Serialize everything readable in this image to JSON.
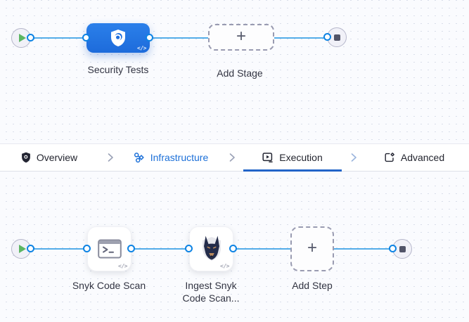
{
  "stage_pipeline": {
    "stage_label": "Security Tests",
    "add_stage_label": "Add Stage"
  },
  "tab_bar": {
    "tabs": [
      {
        "label": "Overview"
      },
      {
        "label": "Infrastructure"
      },
      {
        "label": "Execution"
      },
      {
        "label": "Advanced"
      }
    ],
    "active_tab": "Execution"
  },
  "execution_pipeline": {
    "step1_label": "Snyk Code Scan",
    "step2_label": "Ingest Snyk Code Scan...",
    "add_step_label": "Add Step"
  },
  "glyphs": {
    "plus": "+",
    "code": "</>"
  },
  "icons": {
    "pipeline_start": "play-triangle",
    "pipeline_end": "stop-square",
    "security_stage": "shield-magnifier",
    "overview_tab": "dark-shield",
    "infrastructure_tab": "linked-nodes",
    "execution_tab": "play-in-box",
    "advanced_tab": "document-gear",
    "run_step": "terminal-window",
    "ingest_step": "snyk-doberman"
  },
  "colors": {
    "stage_blue": "#2273e2",
    "connector_line": "#54ade9",
    "port_ring": "#0d83e4",
    "active_underline": "#2264c8",
    "infrastructure_text": "#1b6fd8",
    "play_green": "#5cb663",
    "canvas_bg": "#fafbfe"
  }
}
